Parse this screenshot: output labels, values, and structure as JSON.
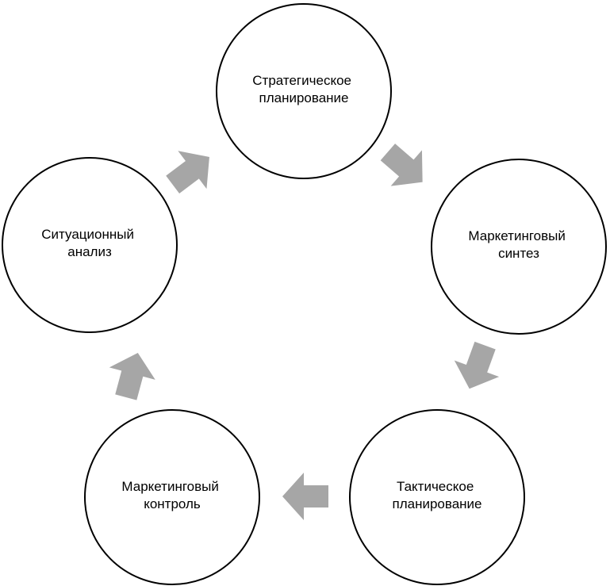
{
  "diagram": {
    "type": "cycle",
    "arrow_color": "#a6a6a6",
    "circle_stroke": "#000000",
    "circle_fill": "#ffffff",
    "nodes": [
      {
        "id": "strategic-planning",
        "line1": "Стратегическое",
        "line2": "планирование"
      },
      {
        "id": "marketing-synthesis",
        "line1": "Маркетинговый",
        "line2": "синтез"
      },
      {
        "id": "tactical-planning",
        "line1": "Тактическое",
        "line2": "планирование"
      },
      {
        "id": "marketing-control",
        "line1": "Маркетинговый",
        "line2": "контроль"
      },
      {
        "id": "situation-analysis",
        "line1": "Ситуационный",
        "line2": "анализ"
      }
    ],
    "edges": [
      {
        "from": "strategic-planning",
        "to": "marketing-synthesis"
      },
      {
        "from": "marketing-synthesis",
        "to": "tactical-planning"
      },
      {
        "from": "tactical-planning",
        "to": "marketing-control"
      },
      {
        "from": "marketing-control",
        "to": "situation-analysis"
      },
      {
        "from": "situation-analysis",
        "to": "strategic-planning"
      }
    ]
  }
}
